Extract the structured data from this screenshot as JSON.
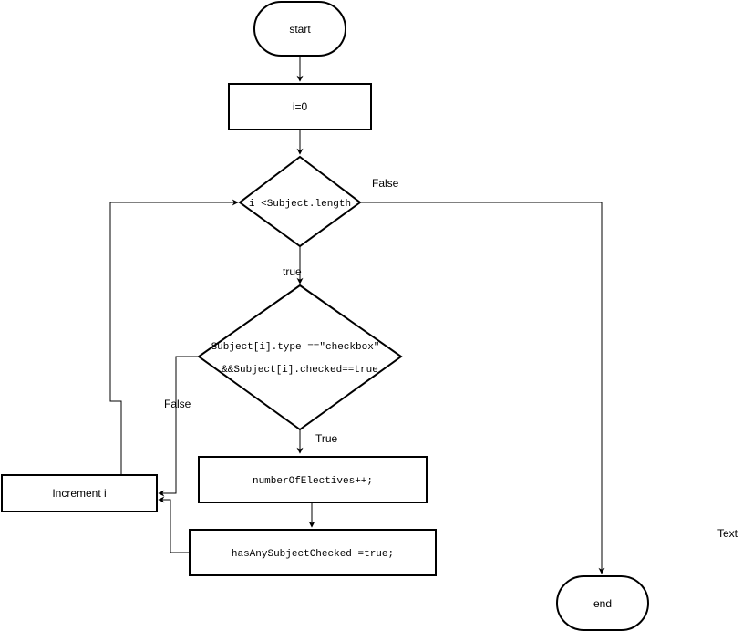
{
  "nodes": {
    "start": {
      "label": "start"
    },
    "init": {
      "label": "i=0"
    },
    "loop_condition": {
      "label": "i <Subject.length"
    },
    "checkbox_condition": {
      "line1": "Subject[i].type ==\"checkbox\"",
      "line2": "&&Subject[i].checked==true"
    },
    "increment_electives": {
      "label": "numberOfElectives++;"
    },
    "set_checked": {
      "label": "hasAnySubjectChecked =true;"
    },
    "increment_i": {
      "label": "Increment i"
    },
    "end": {
      "label": "end"
    }
  },
  "edge_labels": {
    "loop_false": "False",
    "loop_true": "true",
    "check_true": "True",
    "check_false": "False"
  },
  "free_text": "Text"
}
